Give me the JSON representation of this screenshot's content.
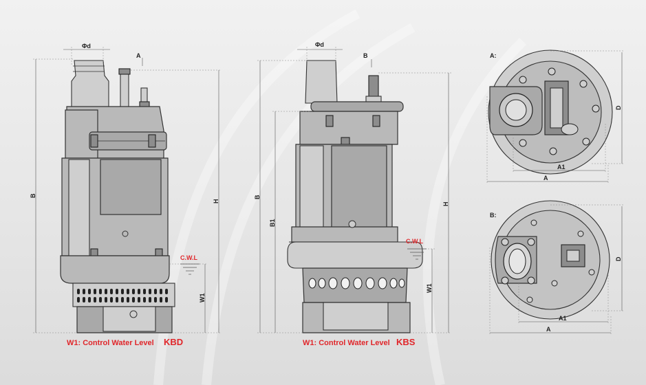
{
  "kbd": {
    "dims": {
      "d": "Φd",
      "a": "A",
      "b": "B",
      "h": "H",
      "w1": "W1"
    },
    "cwl": "C.W.L",
    "caption": "W1: Control Water Level",
    "model": "KBD"
  },
  "kbs": {
    "dims": {
      "d": "Φd",
      "b_top": "B",
      "b": "B",
      "b1": "B1",
      "h": "H",
      "w1": "W1"
    },
    "cwl": "C.W.L",
    "caption": "W1: Control Water Level",
    "model": "KBS"
  },
  "views": {
    "a": {
      "title": "A:",
      "d": "D",
      "a1": "A1",
      "a": "A"
    },
    "b": {
      "title": "B:",
      "d": "D",
      "a1": "A1",
      "a": "A"
    }
  },
  "colors": {
    "accent_red": "#e0262a",
    "line": "#333333",
    "body": "#b9b9b9"
  }
}
